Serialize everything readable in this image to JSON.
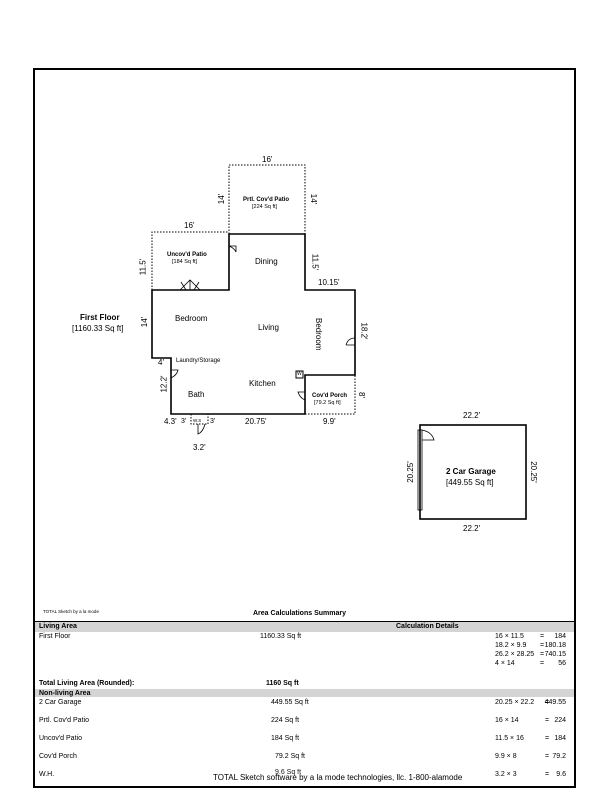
{
  "sketch": {
    "first_floor_label": "First Floor",
    "first_floor_area": "[1160.33 Sq ft]",
    "garage_label": "2 Car Garage",
    "garage_area": "[449.55 Sq ft]",
    "rooms": {
      "prtl_patio": "Prtl. Cov'd Patio",
      "prtl_patio_area": "[224 Sq ft]",
      "uncov_patio": "Uncov'd Patio",
      "uncov_patio_area": "[184 Sq ft]",
      "covd_porch": "Cov'd Porch",
      "covd_porch_area": "[79.2 Sq ft]",
      "dining": "Dining",
      "bedroom1": "Bedroom",
      "bedroom2": "Bedroom",
      "living": "Living",
      "laundry": "Laundry/Storage",
      "kitchen": "Kitchen",
      "bath": "Bath",
      "wh_marker": "W"
    },
    "dimensions": {
      "d_16_top": "16'",
      "d_14_left_patio": "14'",
      "d_14_right_patio": "14'",
      "d_16_uncov": "16'",
      "d_11_5_left": "11.5'",
      "d_11_5_right": "11.5'",
      "d_10_15": "10.15'",
      "d_14_left": "14'",
      "d_18_2": "18.2'",
      "d_4": "4'",
      "d_12_2": "12.2'",
      "d_8": "8'",
      "d_4_3": "4.3'",
      "d_3a": "3'",
      "d_3b": "3'",
      "d_20_75": "20.75'",
      "d_9_9": "9.9'",
      "d_3_2": "3.2'",
      "d_ws": "W.S",
      "g_top": "22.2'",
      "g_bottom": "22.2'",
      "g_left": "20.25'",
      "g_right": "20.25'"
    }
  },
  "footer_small": "TOTAL Sketch by a la mode",
  "summary": {
    "title": "Area Calculations Summary",
    "living_area_header": "Living Area",
    "calc_details_header": "Calculation Details",
    "first_floor": {
      "name": "First Floor",
      "area": "1160.33 Sq ft"
    },
    "first_floor_calcs": [
      {
        "formula": "16 × 11.5",
        "eq": "=",
        "result": "184"
      },
      {
        "formula": "18.2 × 9.9",
        "eq": "=",
        "result": "180.18"
      },
      {
        "formula": "26.2 × 28.25",
        "eq": "=",
        "result": "740.15"
      },
      {
        "formula": "4 × 14",
        "eq": "=",
        "result": "56"
      }
    ],
    "total_living_label": "Total Living Area (Rounded):",
    "total_living_value": "1160 Sq ft",
    "non_living_header": "Non-living Area",
    "non_living": [
      {
        "name": "2 Car Garage",
        "area": "449.55 Sq ft",
        "formula": "20.25 × 22.2",
        "eq": "=",
        "result": "449.55"
      },
      {
        "name": "Prtl. Cov'd Patio",
        "area": "224 Sq ft",
        "formula": "16 × 14",
        "eq": "=",
        "result": "224"
      },
      {
        "name": "Uncov'd Patio",
        "area": "184 Sq ft",
        "formula": "11.5 × 16",
        "eq": "=",
        "result": "184"
      },
      {
        "name": "Cov'd Porch",
        "area": "79.2 Sq ft",
        "formula": "9.9 × 8",
        "eq": "=",
        "result": "79.2"
      },
      {
        "name": "W.H.",
        "area": "9.6 Sq ft",
        "formula": "3.2 × 3",
        "eq": "=",
        "result": "9.6"
      }
    ],
    "footer": "TOTAL Sketch software by a la mode technologies, llc. 1-800-alamode"
  }
}
